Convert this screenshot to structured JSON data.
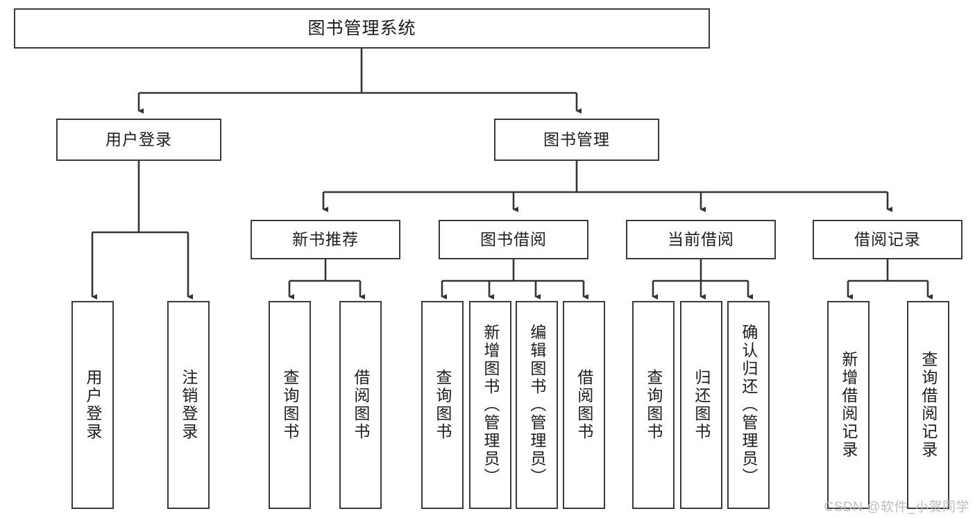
{
  "diagram": {
    "title": "图书管理系统",
    "watermark": "CSDN @软件_小贺同学",
    "colors": {
      "box_border": "#3a3a3a",
      "box_fill": "#ffffff",
      "connector": "#333333",
      "text": "#1c1c1c",
      "watermark": "#bdbdbd",
      "background": "#ffffff"
    },
    "root": {
      "label": "图书管理系统"
    },
    "level2": [
      {
        "id": "user-login",
        "label": "用户登录"
      },
      {
        "id": "book-management",
        "label": "图书管理"
      }
    ],
    "level3": [
      {
        "id": "new-book-recommend",
        "label": "新书推荐",
        "parent": "book-management"
      },
      {
        "id": "book-borrow",
        "label": "图书借阅",
        "parent": "book-management"
      },
      {
        "id": "current-borrow",
        "label": "当前借阅",
        "parent": "book-management"
      },
      {
        "id": "borrow-record",
        "label": "借阅记录",
        "parent": "book-management"
      }
    ],
    "leaves": [
      {
        "id": "leaf-user-login",
        "label": "用户登录",
        "parent": "user-login"
      },
      {
        "id": "leaf-logout",
        "label": "注销登录",
        "parent": "user-login"
      },
      {
        "id": "leaf-query-book-1",
        "label": "查询图书",
        "parent": "new-book-recommend"
      },
      {
        "id": "leaf-borrow-book-1",
        "label": "借阅图书",
        "parent": "new-book-recommend"
      },
      {
        "id": "leaf-query-book-2",
        "label": "查询图书",
        "parent": "book-borrow"
      },
      {
        "id": "leaf-add-book",
        "label": "新增图书（管理员）",
        "parent": "book-borrow"
      },
      {
        "id": "leaf-edit-book",
        "label": "编辑图书（管理员）",
        "parent": "book-borrow"
      },
      {
        "id": "leaf-borrow-book-2",
        "label": "借阅图书",
        "parent": "book-borrow"
      },
      {
        "id": "leaf-query-book-3",
        "label": "查询图书",
        "parent": "current-borrow"
      },
      {
        "id": "leaf-return-book",
        "label": "归还图书",
        "parent": "current-borrow"
      },
      {
        "id": "leaf-confirm-return",
        "label": "确认归还（管理员）",
        "parent": "current-borrow"
      },
      {
        "id": "leaf-add-record",
        "label": "新增借阅记录",
        "parent": "borrow-record"
      },
      {
        "id": "leaf-query-record",
        "label": "查询借阅记录",
        "parent": "borrow-record"
      }
    ]
  }
}
